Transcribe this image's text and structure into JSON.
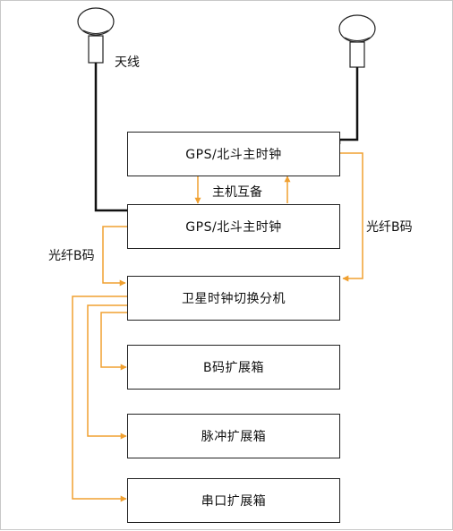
{
  "colors": {
    "antenna_cable": "#111111",
    "fiber_link": "#f0a030",
    "box_border": "#222222"
  },
  "icons": [
    "antenna-icon",
    "antenna-icon"
  ],
  "nodes": {
    "gps_master_top": "GPS/北斗主时钟",
    "gps_master_bottom": "GPS/北斗主时钟",
    "switch_unit": "卫星时钟切换分机",
    "bcode_expansion": "B码扩展箱",
    "pulse_expansion": "脉冲扩展箱",
    "serial_expansion": "串口扩展箱"
  },
  "labels": {
    "antenna": "天线",
    "mutual_backup": "主机互备",
    "fiber_b_code_left": "光纤B码",
    "fiber_b_code_right": "光纤B码"
  }
}
